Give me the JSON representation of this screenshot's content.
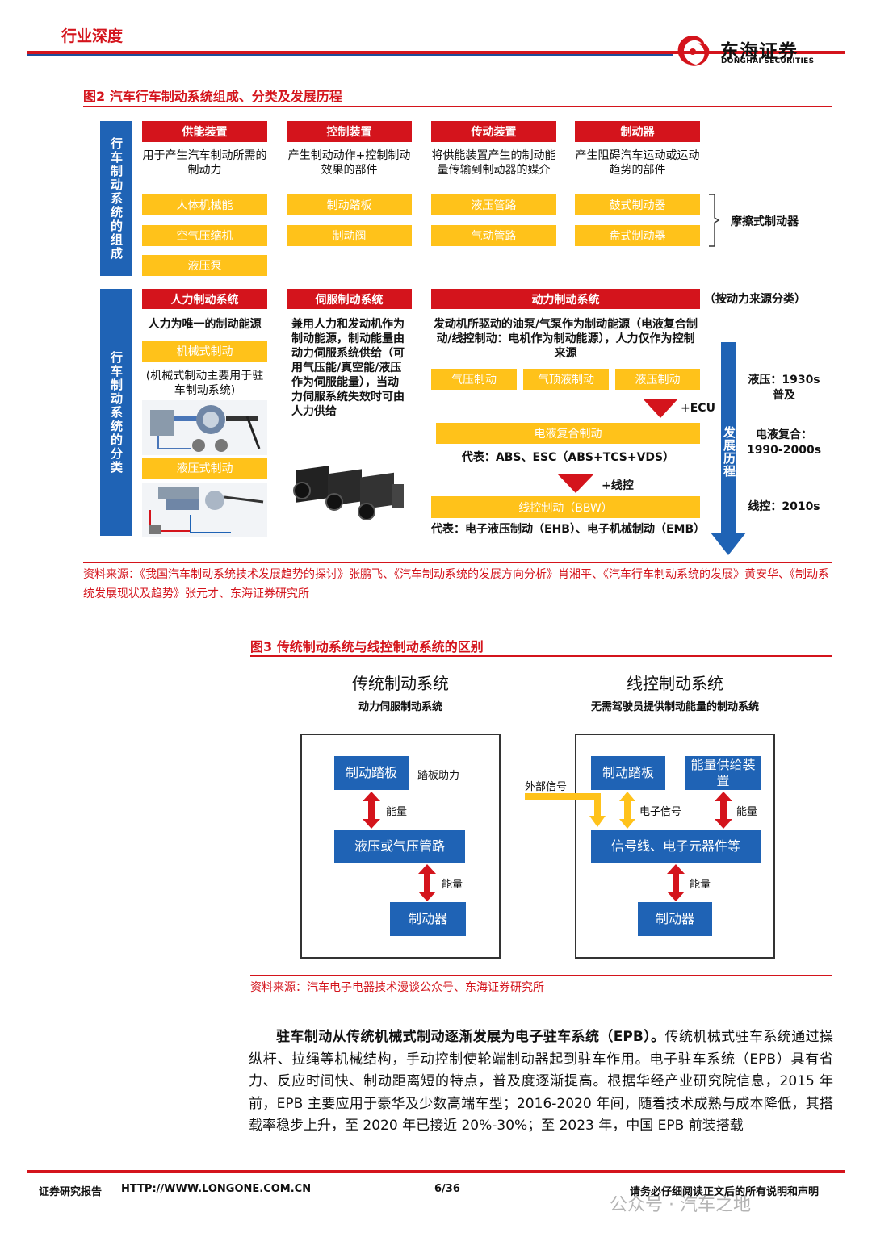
{
  "header": {
    "section": "行业深度",
    "logo_cn": "东海证券",
    "logo_en": "DONGHAI SECURITIES"
  },
  "fig2": {
    "title": "图2 汽车行车制动系统组成、分类及发展历程",
    "side_top": "行车制动系统的组成",
    "side_bottom": "行车制动系统的分类",
    "columns": [
      {
        "head": "供能装置",
        "desc": "用于产生汽车制动所需的制动力",
        "items": [
          "人体机械能",
          "空气压缩机",
          "液压泵"
        ]
      },
      {
        "head": "控制装置",
        "desc": "产生制动动作+控制制动效果的部件",
        "items": [
          "制动踏板",
          "制动阀"
        ]
      },
      {
        "head": "传动装置",
        "desc": "将供能装置产生的制动能量传输到制动器的媒介",
        "items": [
          "液压管路",
          "气动管路"
        ]
      },
      {
        "head": "制动器",
        "desc": "产生阻碍汽车运动或运动趋势的部件",
        "items": [
          "鼓式制动器",
          "盘式制动器"
        ]
      }
    ],
    "friction_label": "摩擦式制动器",
    "by_energy_label": "（按动力来源分类）",
    "human": {
      "head": "人力制动系统",
      "desc": "人力为唯一的制动能源",
      "mech": "机械式制动",
      "mech_note": "(机械式制动主要用于驻车制动系统)",
      "hydraulic": "液压式制动"
    },
    "servo": {
      "head": "伺服制动系统",
      "desc": "兼用人力和发动机作为制动能源，制动能量由动力伺服系统供给（可用气压能/真空能/液压作为伺服能量），当动力伺服系统失效时可由人力供给"
    },
    "power": {
      "head": "动力制动系统",
      "desc": "发动机所驱动的油泵/气泵作为制动能源（电液复合制动/线控制动：电机作为制动能源），人力仅作为控制来源",
      "types": [
        "气压制动",
        "气顶液制动",
        "液压制动"
      ],
      "ecu": "+ECU",
      "ehc": "电液复合制动",
      "ehc_rep": "代表：ABS、ESC（ABS+TCS+VDS）",
      "bbw_plus": "+线控",
      "bbw": "线控制动（BBW）",
      "bbw_rep": "代表：电子液压制动（EHB）、电子机械制动（EMB）"
    },
    "history_label": "发展历程",
    "history": [
      {
        "name": "液压：1930s",
        "sub": "普及"
      },
      {
        "name": "电液复合：",
        "sub": "1990-2000s"
      },
      {
        "name": "线控：2010s",
        "sub": ""
      }
    ],
    "source": "资料来源：《我国汽车制动系统技术发展趋势的探讨》张鹏飞、《汽车制动系统的发展方向分析》肖湘平、《汽车行车制动系统的发展》黄安华、《制动系统发展现状及趋势》张元才、东海证券研究所"
  },
  "fig3": {
    "title": "图3 传统制动系统与线控制动系统的区别",
    "left": {
      "title": "传统制动系统",
      "subtitle": "动力伺服制动系统",
      "pedal": "制动踏板",
      "pedal_assist": "踏板助力",
      "energy1": "能量",
      "pipe": "液压或气压管路",
      "energy2": "能量",
      "brake": "制动器"
    },
    "right": {
      "title": "线控制动系统",
      "subtitle": "无需驾驶员提供制动能量的制动系统",
      "external": "外部信号",
      "pedal": "制动踏板",
      "supply": "能量供给装置",
      "esignal": "电子信号",
      "energy1": "能量",
      "signal_line": "信号线、电子元器件等",
      "energy2": "能量",
      "brake": "制动器"
    },
    "source": "资料来源：汽车电子电器技术漫谈公众号、东海证券研究所"
  },
  "body": {
    "lead": "驻车制动从传统机械式制动逐渐发展为电子驻车系统（EPB）。",
    "text": "传统机械式驻车系统通过操纵杆、拉绳等机械结构，手动控制使轮端制动器起到驻车作用。电子驻车系统（EPB）具有省力、反应时间快、制动距离短的特点，普及度逐渐提高。根据华经产业研究院信息，2015 年前，EPB 主要应用于豪华及少数高端车型；2016-2020 年间，随着技术成熟与成本降低，其搭载率稳步上升，至 2020 年已接近 20%-30%；至 2023 年，中国 EPB 前装搭载"
  },
  "footer": {
    "left": "证券研究报告",
    "url": "HTTP://WWW.LONGONE.COM.CN",
    "page": "6/36",
    "right": "请务必仔细阅读正文后的所有说明和声明",
    "watermark": "公众号 · 汽车之地"
  },
  "colors": {
    "red": "#d4141c",
    "blue": "#1f63b5",
    "yellow": "#ffc21a"
  }
}
